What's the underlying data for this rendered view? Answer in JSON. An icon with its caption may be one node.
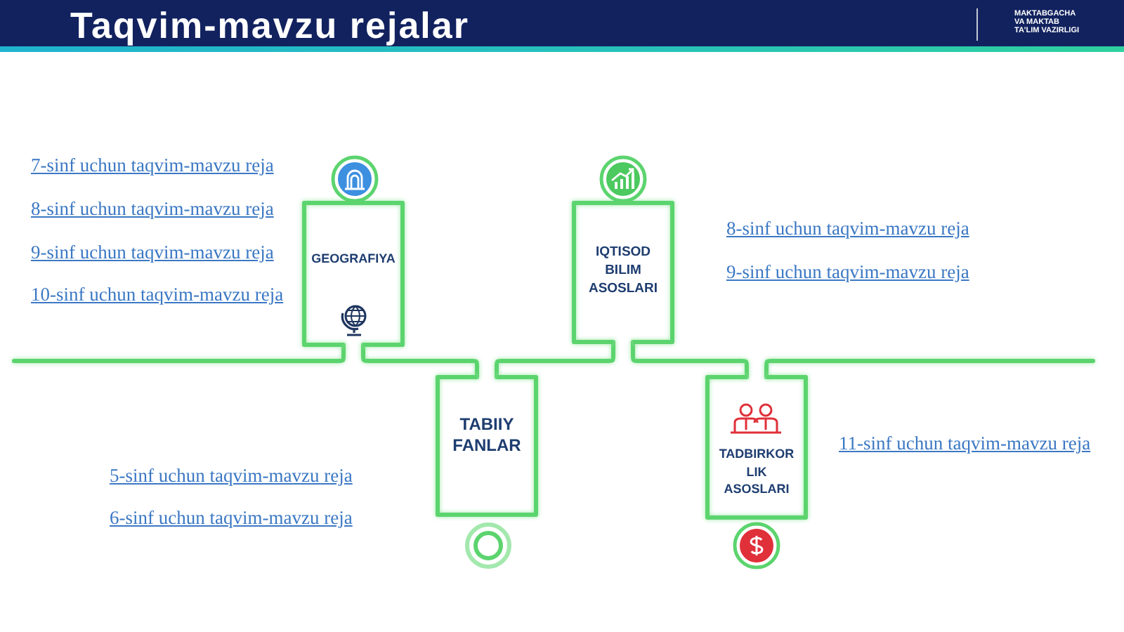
{
  "diagram": {
    "title": "Taqvim-mavzu rejalar",
    "nodes": [
      {
        "text": [
          "GEOGRAFIYA"
        ],
        "beside": [
          "7-sinf uchun taqvim-mavzu reja",
          "8-sinf uchun taqvim-mavzu reja",
          "9-sinf uchun taqvim-mavzu reja",
          "10-sinf uchun taqvim-mavzu reja"
        ]
      },
      {
        "text": [
          "TABIIY FANLAR"
        ],
        "beside": [
          "5-sinf uchun taqvim-mavzu reja",
          "6-sinf uchun taqvim-mavzu reja"
        ]
      },
      {
        "text": [
          "IQTISOD BILIM ASOSLARI"
        ],
        "beside": [
          "8-sinf uchun taqvim-mavzu reja",
          "9-sinf uchun taqvim-mavzu reja"
        ]
      },
      {
        "text": [
          "TADBIRKOR LIK ASOSLARI"
        ],
        "beside": [
          "11-sinf uchun taqvim-mavzu reja"
        ]
      }
    ],
    "edges": [
      {
        "from": null,
        "to": 0,
        "arrow": "none"
      },
      {
        "from": 0,
        "to": 1,
        "arrow": "none"
      },
      {
        "from": 1,
        "to": 2,
        "arrow": "none"
      },
      {
        "from": 2,
        "to": 3,
        "arrow": "none"
      },
      {
        "from": 3,
        "to": null,
        "arrow": "none"
      }
    ],
    "labels": [
      "MAKTABGACHA VA MAKTAB TA'LIM VAZIRLIGI"
    ]
  }
}
